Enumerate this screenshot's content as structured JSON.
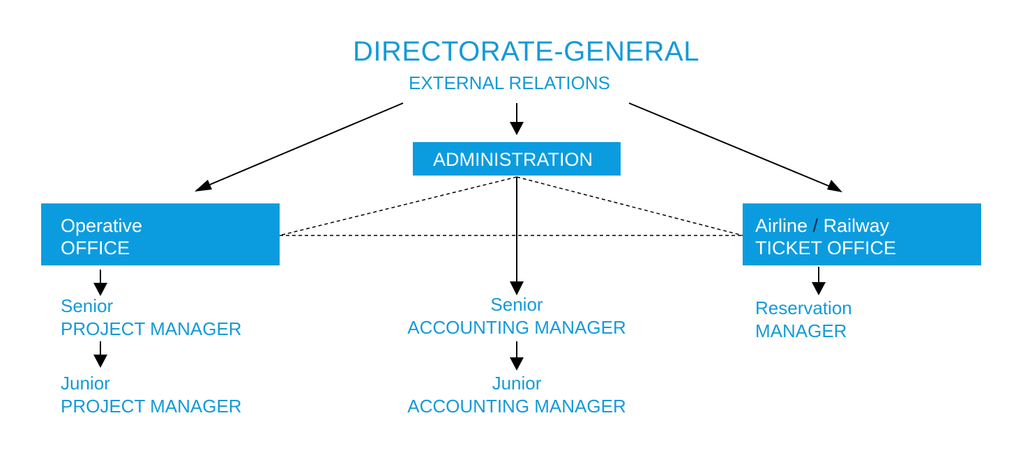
{
  "header": {
    "title": "DIRECTORATE-GENERAL",
    "subtitle": "EXTERNAL RELATIONS"
  },
  "admin": {
    "label": "ADMINISTRATION"
  },
  "operative": {
    "line1": "Operative",
    "line2": "OFFICE"
  },
  "ticket": {
    "line1_a": "Airline",
    "sep": "/",
    "line1_b": "Railway",
    "line2": "TICKET OFFICE"
  },
  "left_roles": [
    {
      "line1": "Senior",
      "line2": "PROJECT MANAGER"
    },
    {
      "line1": "Junior",
      "line2": "PROJECT MANAGER"
    }
  ],
  "center_roles": [
    {
      "line1": "Senior",
      "line2": "ACCOUNTING MANAGER"
    },
    {
      "line1": "Junior",
      "line2": "ACCOUNTING MANAGER"
    }
  ],
  "right_roles": [
    {
      "line1": "Reservation",
      "line2": "MANAGER"
    }
  ],
  "colors": {
    "accent": "#149ad9",
    "box": "#0b9ce0",
    "line": "#000000"
  }
}
